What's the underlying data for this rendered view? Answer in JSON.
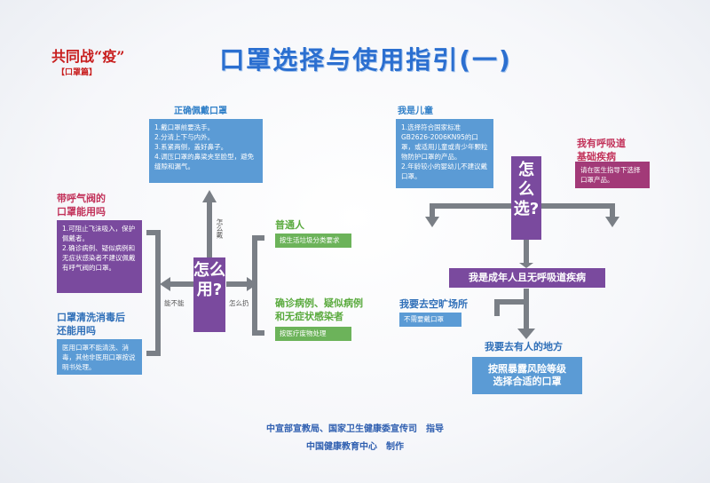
{
  "logo": {
    "line1": "共同战“疫”",
    "line2": "【口罩篇】"
  },
  "title": "口罩选择与使用指引(一)",
  "left": {
    "center_label": "怎么用?",
    "wear_title": "正确佩戴口罩",
    "wear_steps": "1.戴口罩前要洗手。\n2.分清上下与内外。\n3.系紧两侧，盖好鼻子。\n4.调压口罩的鼻梁夹至脸型，避免缝隙和漏气。",
    "wear_arrow_label": "怎么戴",
    "valve_title": "带呼气阀的\n口罩能用吗",
    "valve_text": "1.可阻止飞沫吸入，保护佩戴者。\n2.确诊病例、疑似病例和无症状感染者不建议佩戴有呼气阀的口罩。",
    "valve_arrow_label": "能不能",
    "clean_title": "口罩清洗消毒后\n还能用吗",
    "clean_text": "医用口罩不能清洗、消毒，其他非医用口罩按说明书处理。",
    "dispose_arrow_label": "怎么扔",
    "normal_title": "普通人",
    "normal_text": "按生活垃圾分类要求",
    "patient_title": "确诊病例、疑似病例\n和无症状感染者",
    "patient_text": "按医疗废物处理"
  },
  "right": {
    "center_label": "怎么选?",
    "child_title": "我是儿童",
    "child_text": "1.选择符合国家标准GB2626-2006KN95的口罩，或适用儿童或青少年颗粒物防护口罩的产品。\n2.年龄较小的婴幼儿不建议戴口罩。",
    "resp_title": "我有呼吸道\n基础疾病",
    "resp_text": "请在医生指导下选择口罩产品。",
    "adult_label": "我是成年人且无呼吸道疾病",
    "open_title": "我要去空旷场所",
    "open_text": "不需要戴口罩",
    "crowd_title": "我要去有人的地方",
    "crowd_text": "按照暴露风险等级\n选择合适的口罩"
  },
  "footer": {
    "line1": "中宣部宣教局、国家卫生健康委宣传司　指导",
    "line2": "中国健康教育中心　制作"
  },
  "colors": {
    "gray": "#7a7f86",
    "blue": "#5b9bd5",
    "purple": "#7a4a9e",
    "magenta": "#a23a78",
    "green": "#6cb35a",
    "title": "#2b6fd0"
  }
}
